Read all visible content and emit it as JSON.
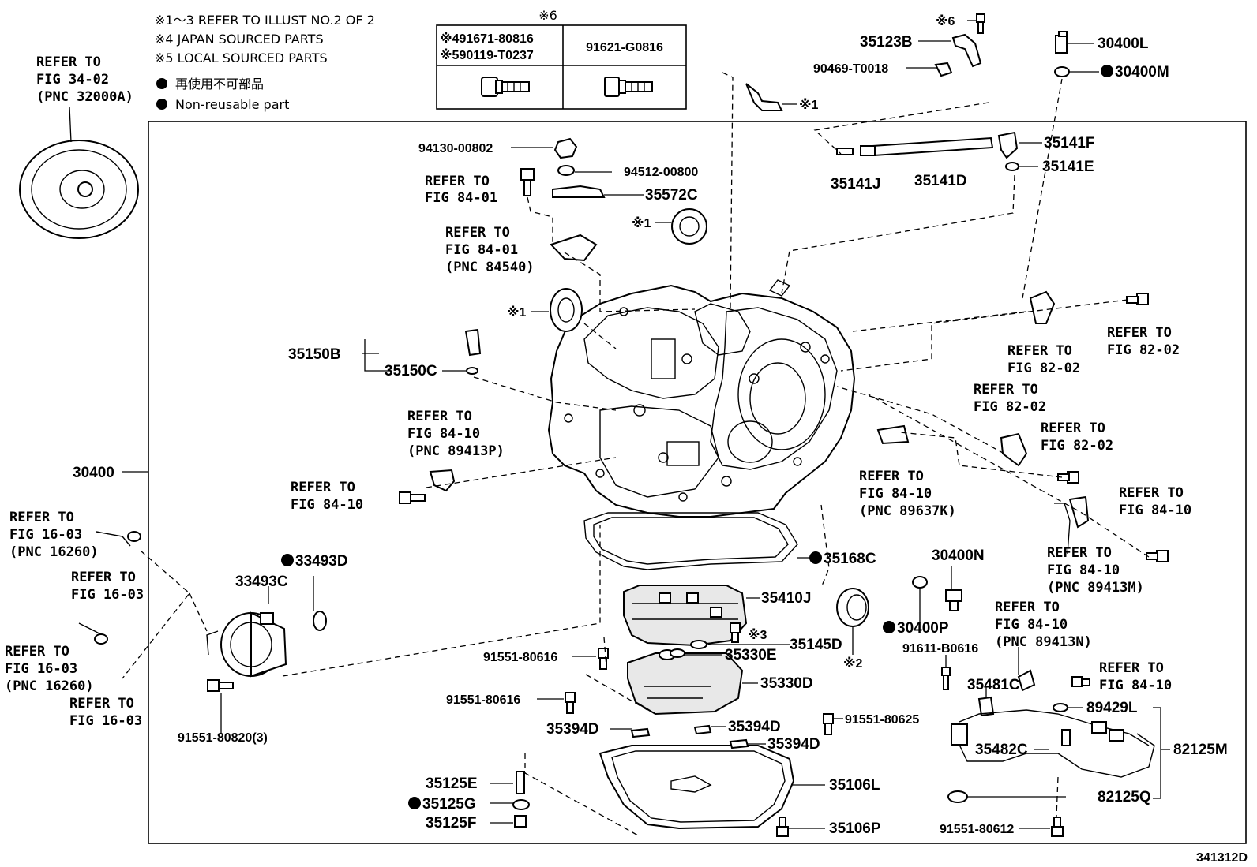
{
  "notes": {
    "line1": "※1～3 REFER TO ILLUST NO.2 OF 2",
    "line2": "※4 JAPAN SOURCED PARTS",
    "line3": "※5 LOCAL SOURCED PARTS",
    "legend_jp": "再使用不可部品",
    "legend_en": "Non-reusable part"
  },
  "table": {
    "title": "※6",
    "left_line1": "※491671-80816",
    "left_line2": "※590119-T0237",
    "right": "91621-G0816"
  },
  "diagram_id": "341312D",
  "refs": {
    "r1": [
      "REFER TO",
      "FIG 34-02",
      "(PNC 32000A)"
    ],
    "r2": [
      "REFER TO",
      "FIG 84-01"
    ],
    "r3": [
      "REFER TO",
      "FIG 84-01",
      "(PNC 84540)"
    ],
    "r4": [
      "REFER TO",
      "FIG 84-10",
      "(PNC 89413P)"
    ],
    "r5": [
      "REFER TO",
      "FIG 84-10"
    ],
    "r6": [
      "REFER TO",
      "FIG 16-03",
      "(PNC 16260)"
    ],
    "r7": [
      "REFER TO",
      "FIG 16-03"
    ],
    "r8": [
      "REFER TO",
      "FIG 16-03",
      "(PNC 16260)"
    ],
    "r9": [
      "REFER TO",
      "FIG 16-03"
    ],
    "r10": [
      "REFER TO",
      "FIG 82-02"
    ],
    "r11": [
      "REFER TO",
      "FIG 82-02"
    ],
    "r12": [
      "REFER TO",
      "FIG 82-02"
    ],
    "r13": [
      "REFER TO",
      "FIG 82-02"
    ],
    "r14": [
      "REFER TO",
      "FIG 84-10",
      "(PNC 89637K)"
    ],
    "r15": [
      "REFER TO",
      "FIG 84-10"
    ],
    "r16": [
      "REFER TO",
      "FIG 84-10",
      "(PNC 89413M)"
    ],
    "r17": [
      "REFER TO",
      "FIG 84-10",
      "(PNC 89413N)"
    ],
    "r18": [
      "REFER TO",
      "FIG 84-10"
    ]
  },
  "parts": {
    "p35123B": "35123B",
    "p90469": "90469-T0018",
    "x6": "※6",
    "p30400L": "30400L",
    "p30400M": "30400M",
    "x1a": "※1",
    "p35141F": "35141F",
    "p35141E": "35141E",
    "p35141J": "35141J",
    "p35141D": "35141D",
    "p94130": "94130-00802",
    "p94512": "94512-00800",
    "p35572C": "35572C",
    "x1b": "※1",
    "x1c": "※1",
    "p35150B": "35150B",
    "p35150C": "35150C",
    "p30400": "30400",
    "p33493D": "33493D",
    "p33493C": "33493C",
    "p91551_80820": "91551-80820(3)",
    "p35168C": "35168C",
    "p35410J": "35410J",
    "p30400N": "30400N",
    "p30400P": "30400P",
    "x3": "※3",
    "p35145D": "35145D",
    "p35330E": "35330E",
    "x2": "※2",
    "p91551_80616a": "91551-80616",
    "p91551_80616b": "91551-80616",
    "p35330D": "35330D",
    "p91611": "91611-B0616",
    "p35481C": "35481C",
    "p89429L": "89429L",
    "p35394Da": "35394D",
    "p35394Db": "35394D",
    "p35394Dc": "35394D",
    "p91551_80625": "91551-80625",
    "p35482C": "35482C",
    "p82125M": "82125M",
    "p35125E": "35125E",
    "p35125G": "35125G",
    "p35125F": "35125F",
    "p35106L": "35106L",
    "p35106P": "35106P",
    "p82125Q": "82125Q",
    "p91551_80612": "91551-80612"
  }
}
